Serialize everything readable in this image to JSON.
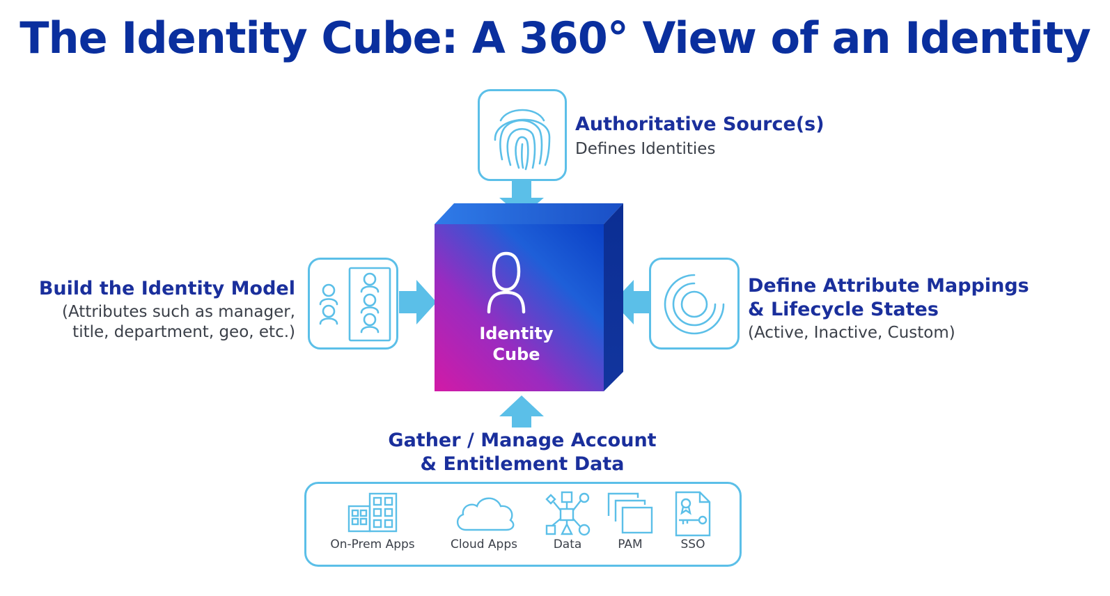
{
  "title": "The Identity Cube: A 360° View of an Identity",
  "cube": {
    "label_line1": "Identity",
    "label_line2": "Cube"
  },
  "top": {
    "heading": "Authoritative Source(s)",
    "sub": "Defines Identities"
  },
  "left": {
    "heading": "Build the Identity Model",
    "sub_line1": "(Attributes such as manager,",
    "sub_line2": "title, department, geo, etc.)"
  },
  "right": {
    "heading_line1": "Define Attribute Mappings",
    "heading_line2": "& Lifecycle States",
    "sub": "(Active, Inactive, Custom)"
  },
  "bottom": {
    "heading_line1": "Gather / Manage Account",
    "heading_line2": "& Entitlement Data",
    "sources": [
      {
        "label": "On-Prem Apps",
        "icon": "building-icon"
      },
      {
        "label": "Cloud Apps",
        "icon": "cloud-icon"
      },
      {
        "label": "Data",
        "icon": "data-network-icon"
      },
      {
        "label": "PAM",
        "icon": "pam-windows-icon"
      },
      {
        "label": "SSO",
        "icon": "sso-certificate-icon"
      }
    ]
  },
  "colors": {
    "title": "#0a2f9e",
    "heading": "#1a2f9c",
    "accent": "#5bbfe8",
    "arrow": "#5bbfe8",
    "cube_blue": "#0c47c9",
    "cube_magenta": "#d21aa6"
  }
}
